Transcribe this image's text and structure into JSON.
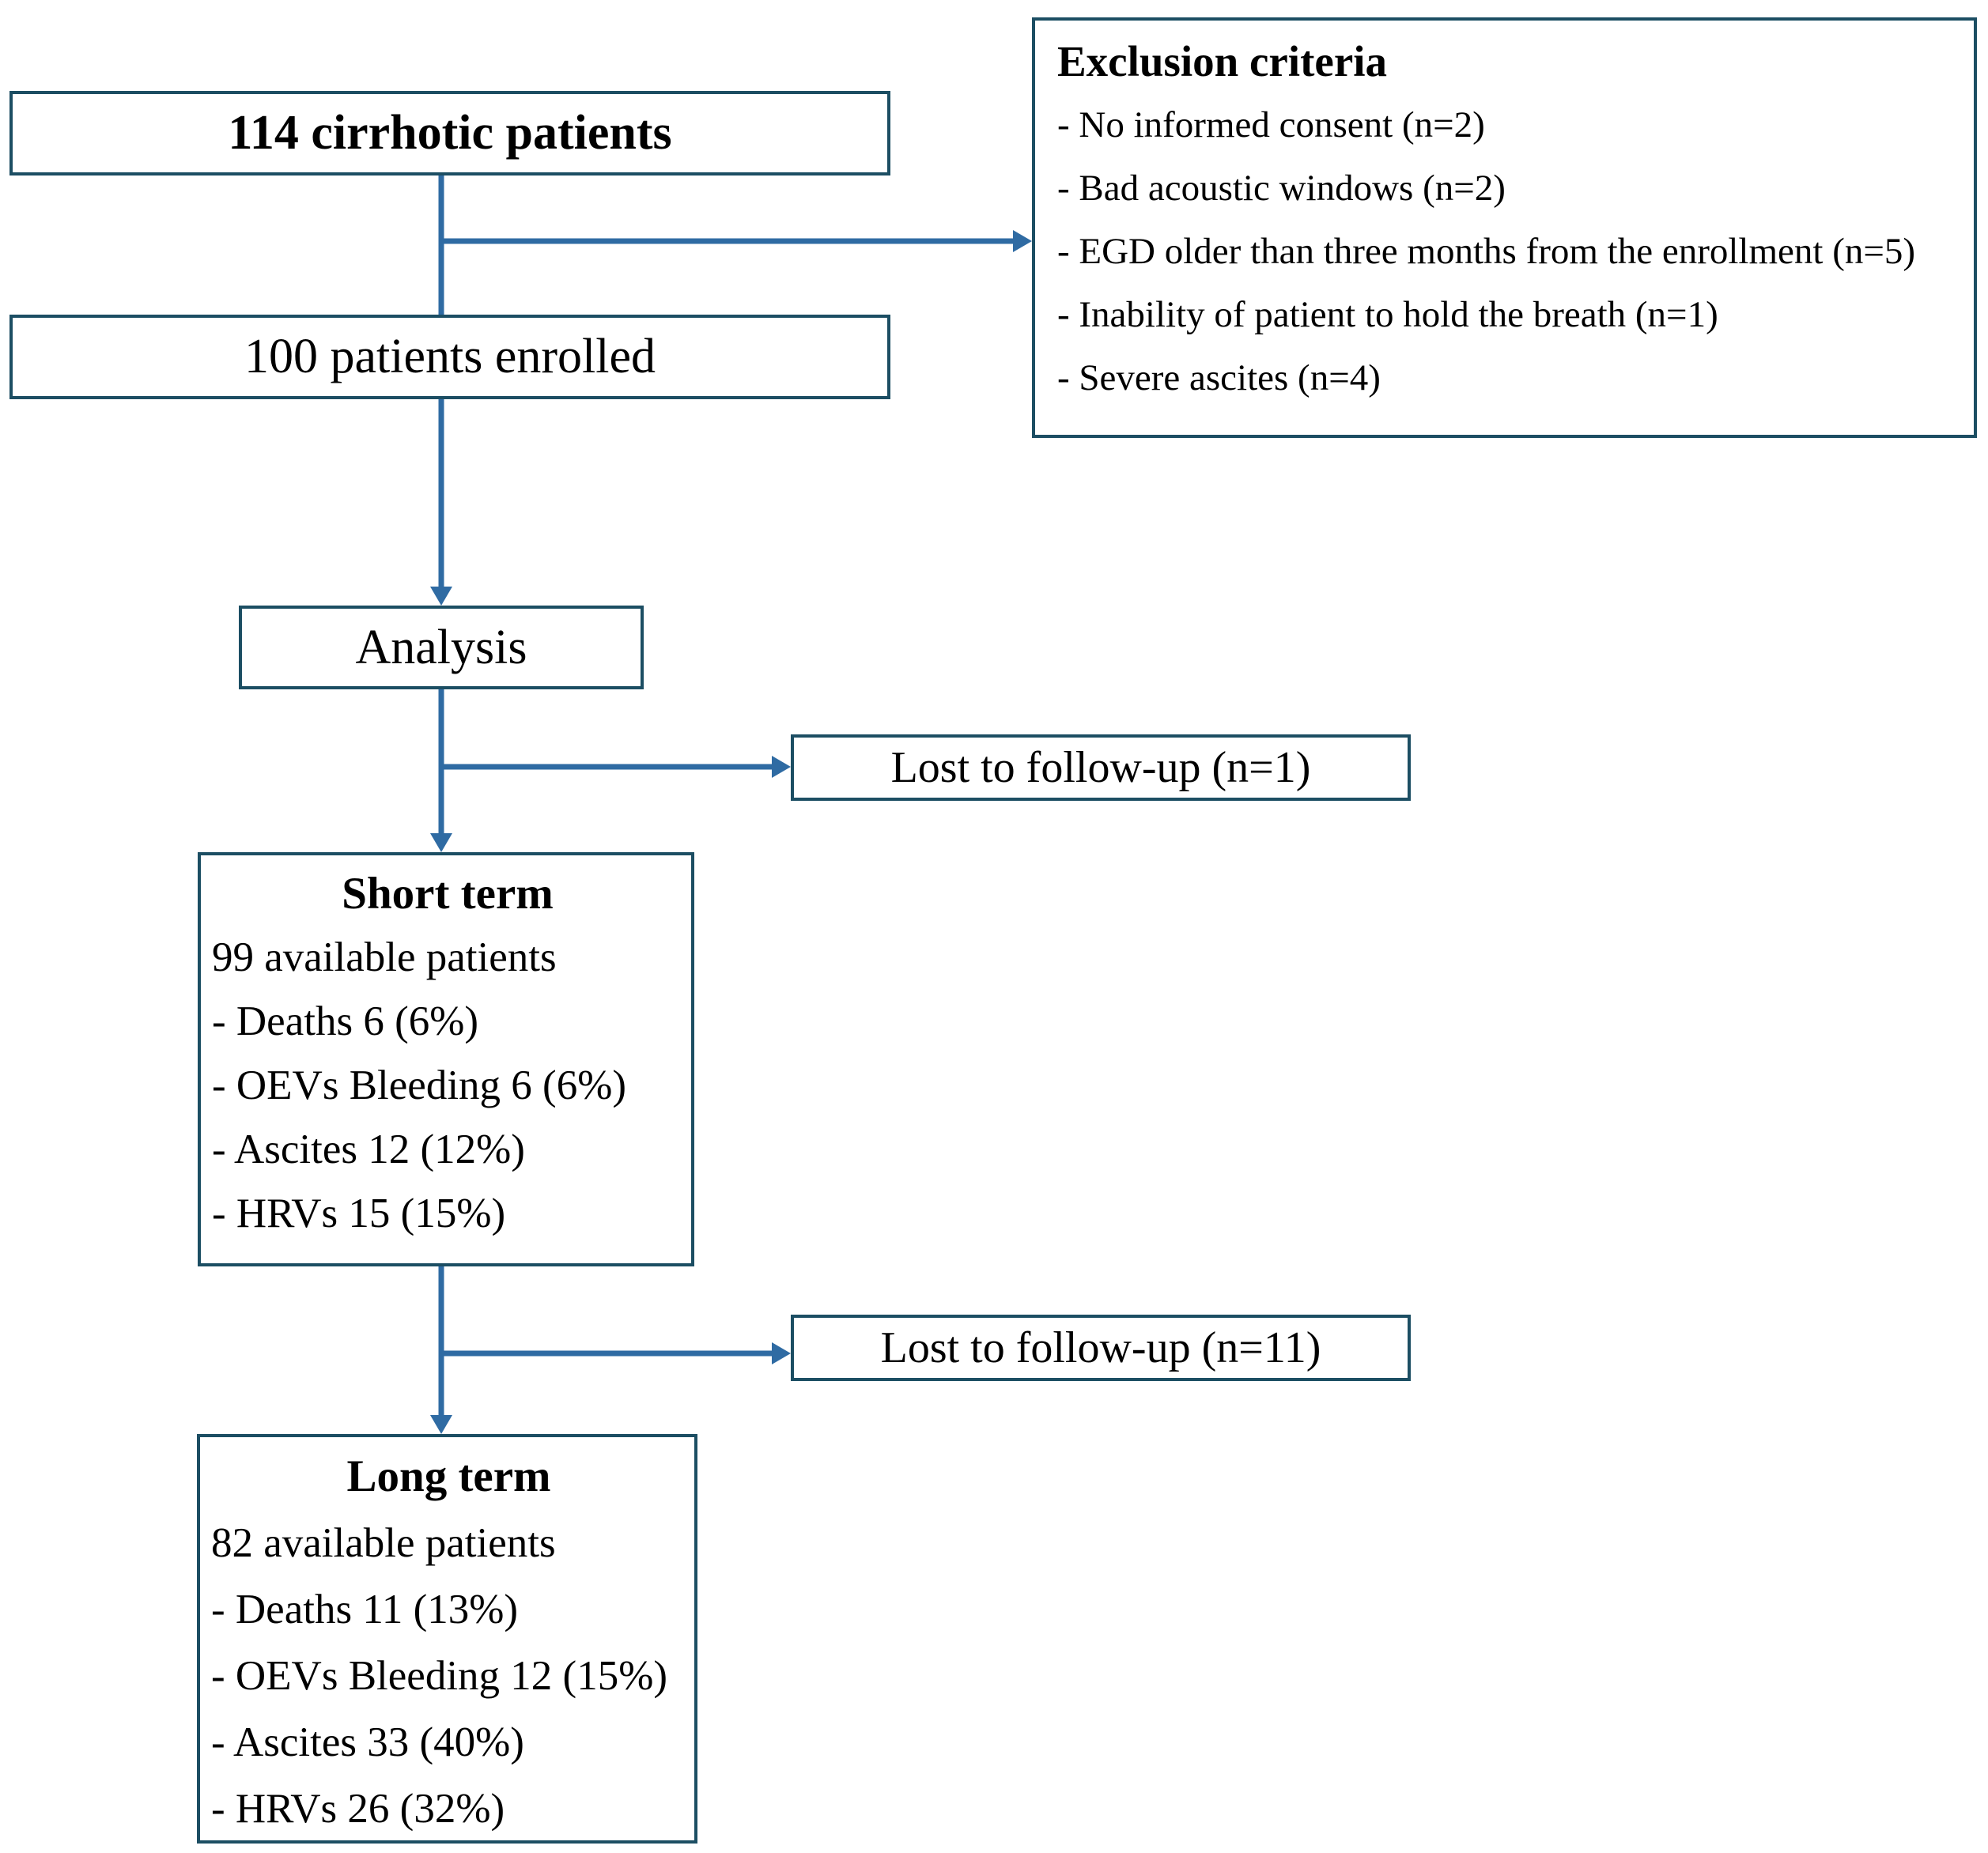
{
  "colors": {
    "border": "#1c4e63",
    "arrow": "#2f6ba3",
    "text": "#000000",
    "background": "#ffffff"
  },
  "nodes": {
    "cirrhotic": {
      "label": "114 cirrhotic patients"
    },
    "exclusion": {
      "title": "Exclusion criteria",
      "items": [
        "- No informed consent (n=2)",
        "- Bad acoustic windows (n=2)",
        "- EGD older than three months from the enrollment (n=5)",
        "- Inability of patient to hold the breath (n=1)",
        "- Severe ascites (n=4)"
      ]
    },
    "enrolled": {
      "label": "100 patients enrolled"
    },
    "analysis": {
      "label": "Analysis"
    },
    "lost_short": {
      "label": "Lost to follow-up (n=1)"
    },
    "short_term": {
      "title": "Short term",
      "items": [
        "99 available patients",
        "- Deaths 6 (6%)",
        "- OEVs Bleeding 6 (6%)",
        "- Ascites 12 (12%)",
        "- HRVs 15 (15%)"
      ]
    },
    "lost_long": {
      "label": "Lost to follow-up (n=11)"
    },
    "long_term": {
      "title": "Long term",
      "items": [
        "82 available patients",
        "- Deaths 11 (13%)",
        "- OEVs Bleeding 12 (15%)",
        "- Ascites 33 (40%)",
        "- HRVs 26 (32%)"
      ]
    }
  }
}
